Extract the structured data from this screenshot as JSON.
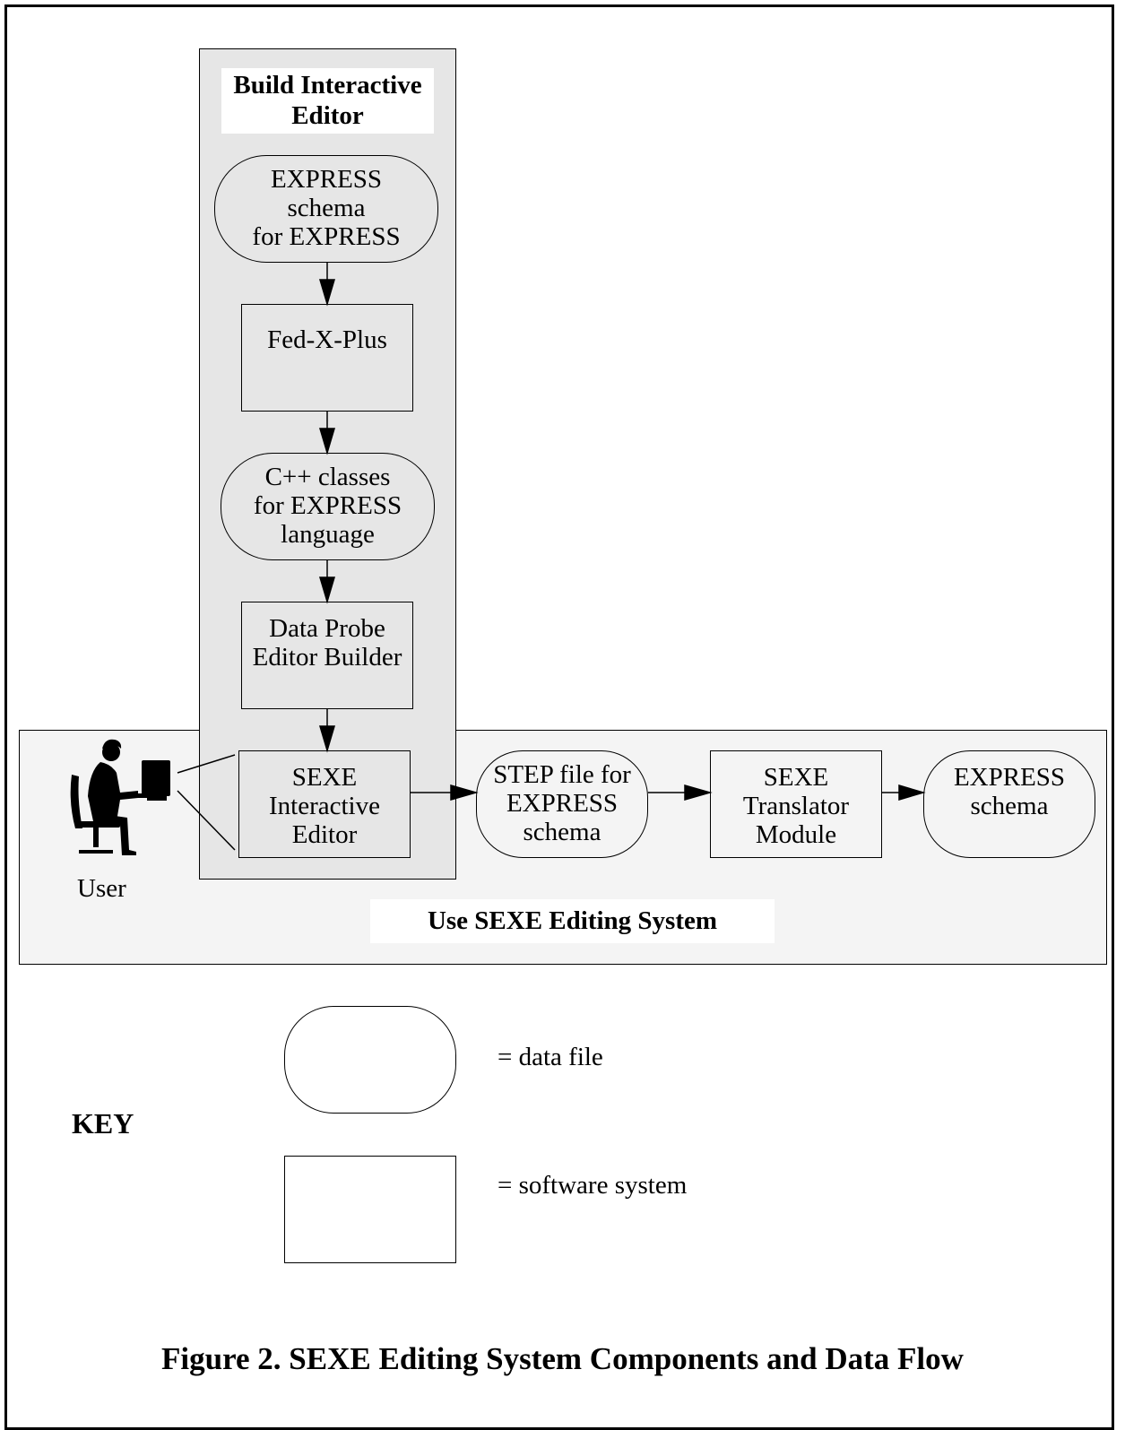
{
  "regions": {
    "build": "Build Interactive Editor",
    "use": "Use SEXE Editing System"
  },
  "nodes": {
    "express_schema_for_express": [
      "EXPRESS",
      "schema",
      "for EXPRESS"
    ],
    "fed_x_plus": [
      "Fed-X-Plus"
    ],
    "cpp_classes": [
      "C++ classes",
      "for EXPRESS",
      "language"
    ],
    "data_probe": [
      "Data Probe",
      "Editor Builder"
    ],
    "sexe_editor": [
      "SEXE",
      "Interactive",
      "Editor"
    ],
    "step_file": [
      "STEP file for",
      "EXPRESS",
      "schema"
    ],
    "translator": [
      "SEXE",
      "Translator",
      "Module"
    ],
    "express_schema_out": [
      "EXPRESS",
      "schema"
    ]
  },
  "user_label": "User",
  "key": {
    "heading": "KEY",
    "data_file": "= data file",
    "software_system": "= software system"
  },
  "caption": "Figure 2. SEXE Editing System Components and Data Flow"
}
